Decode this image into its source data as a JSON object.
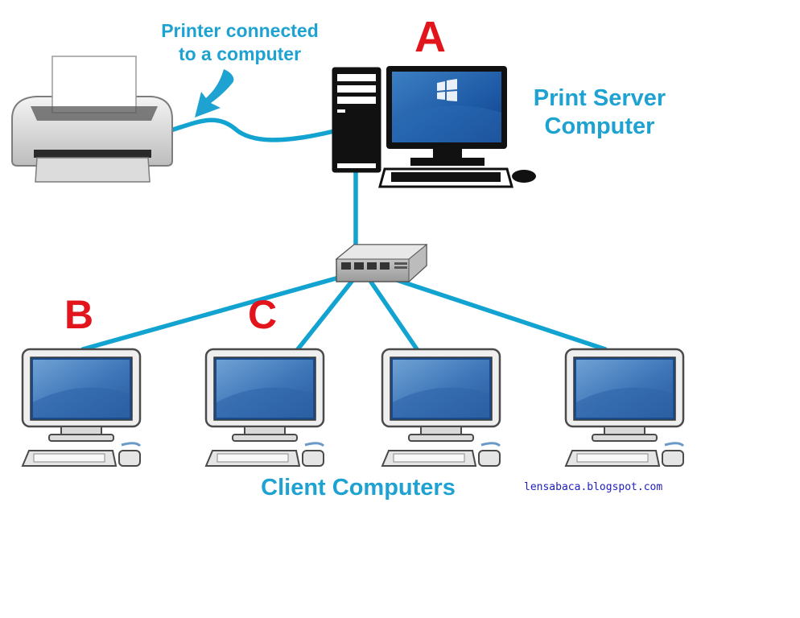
{
  "labels": {
    "printer_note_line1": "Printer connected",
    "printer_note_line2": "to a computer",
    "server_line1": "Print Server",
    "server_line2": "Computer",
    "letter_a": "A",
    "letter_b": "B",
    "letter_c": "C",
    "clients": "Client Computers",
    "watermark": "lensabaca.blogspot.com"
  },
  "colors": {
    "label_blue": "#1ea2d2",
    "letter_red": "#e1151b",
    "cable": "#12a3d0"
  }
}
